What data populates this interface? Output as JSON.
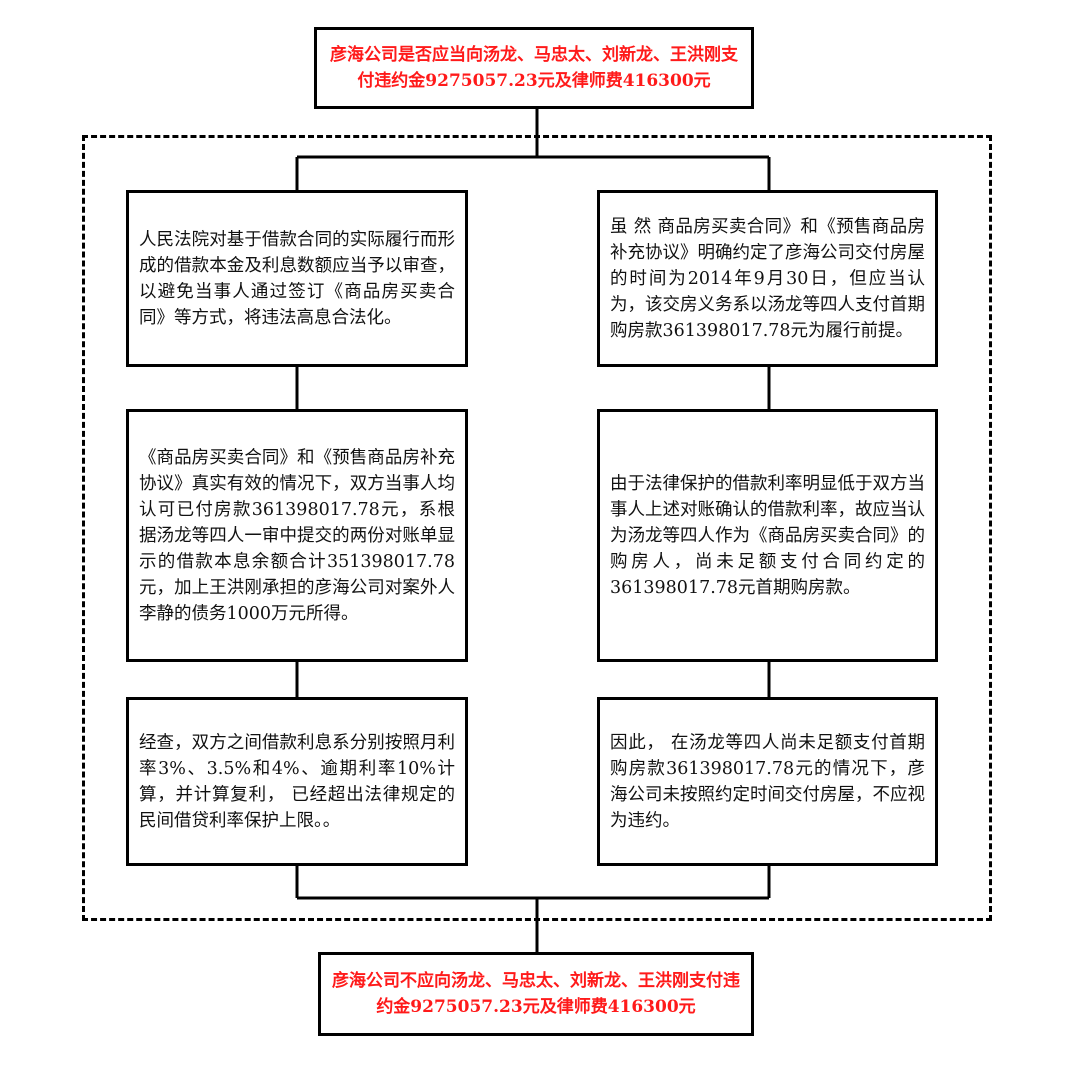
{
  "question": "彦海公司是否应当向汤龙、马忠太、刘新龙、王洪刚支付违约金9275057.23元及律师费416300元",
  "conclusion": "彦海公司不应向汤龙、马忠太、刘新龙、王洪刚支付违约金9275057.23元及律师费416300元",
  "left": [
    "人民法院对基于借款合同的实际履行而形成的借款本金及利息数额应当予以审查，以避免当事人通过签订《商品房买卖合同》等方式，将违法高息合法化。",
    "《商品房买卖合同》和《预售商品房补充协议》真实有效的情况下，双方当事人均认可已付房款361398017.78元，系根据汤龙等四人一审中提交的两份对账单显示的借款本息余额合计351398017.78元，加上王洪刚承担的彦海公司对案外人李静的债务1000万元所得。",
    "经查，双方之间借款利息系分别按照月利率3%、3.5%和4%、逾期利率10%计算，并计算复利， 已经超出法律规定的民间借贷利率保护上限。。"
  ],
  "right": [
    "虽 然 商品房买卖合同》和《预售商品房补充协议》明确约定了彦海公司交付房屋的时间为2014年9月30日，但应当认为，该交房义务系以汤龙等四人支付首期购房款361398017.78元为履行前提。",
    "由于法律保护的借款利率明显低于双方当事人上述对账确认的借款利率，故应当认为汤龙等四人作为《商品房买卖合同》的购房人，尚未足额支付合同约定的361398017.78元首期购房款。",
    "因此， 在汤龙等四人尚未足额支付首期购房款361398017.78元的情况下，彦海公司未按照约定时间交付房屋，不应视为违约。"
  ],
  "colors": {
    "highlight": "#ff1a1a",
    "line": "#000000",
    "text": "#111111"
  }
}
